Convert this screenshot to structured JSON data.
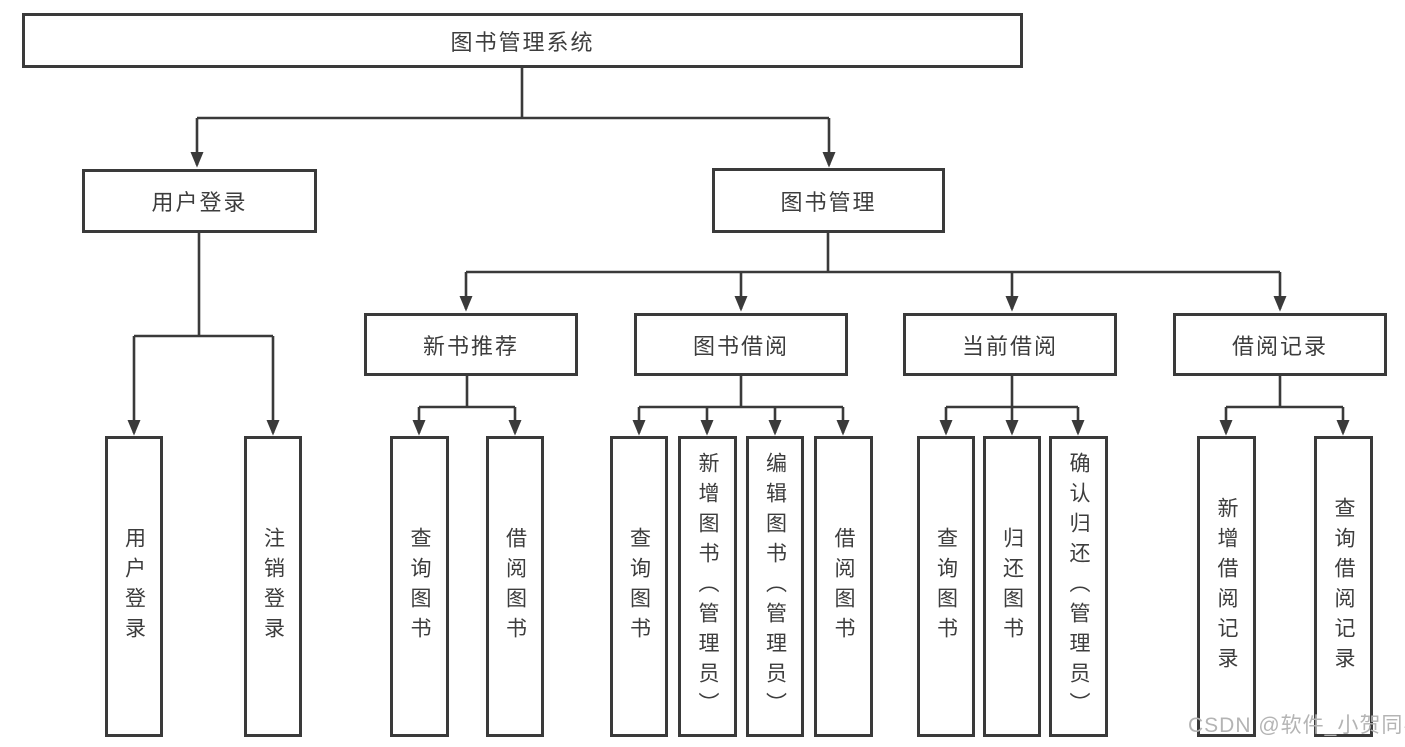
{
  "diagram": {
    "nodes": {
      "root": "图书管理系统",
      "user_login": "用户登录",
      "book_management": "图书管理",
      "new_book_recommend": "新书推荐",
      "book_borrowing": "图书借阅",
      "current_borrowing": "当前借阅",
      "borrowing_records": "借阅记录",
      "leaf_user_login": "用户登录",
      "leaf_logout": "注销登录",
      "leaf_query_books_recommend": "查询图书",
      "leaf_borrow_books_recommend": "借阅图书",
      "leaf_query_books_borrowing": "查询图书",
      "leaf_add_books_admin": "新增图书（管理员）",
      "leaf_edit_books_admin": "编辑图书（管理员）",
      "leaf_borrow_books_borrowing": "借阅图书",
      "leaf_query_books_current": "查询图书",
      "leaf_return_books": "归还图书",
      "leaf_confirm_return_admin": "确认归还（管理员）",
      "leaf_add_borrow_record": "新增借阅记录",
      "leaf_query_borrow_record": "查询借阅记录"
    }
  },
  "watermark": "CSDN @软件_小贺同学",
  "colors": {
    "line": "#3a3a3a",
    "box_border": "#3a3a3a",
    "text": "#3d3d3d",
    "watermark": "#b4b4b4",
    "background": "#ffffff"
  }
}
